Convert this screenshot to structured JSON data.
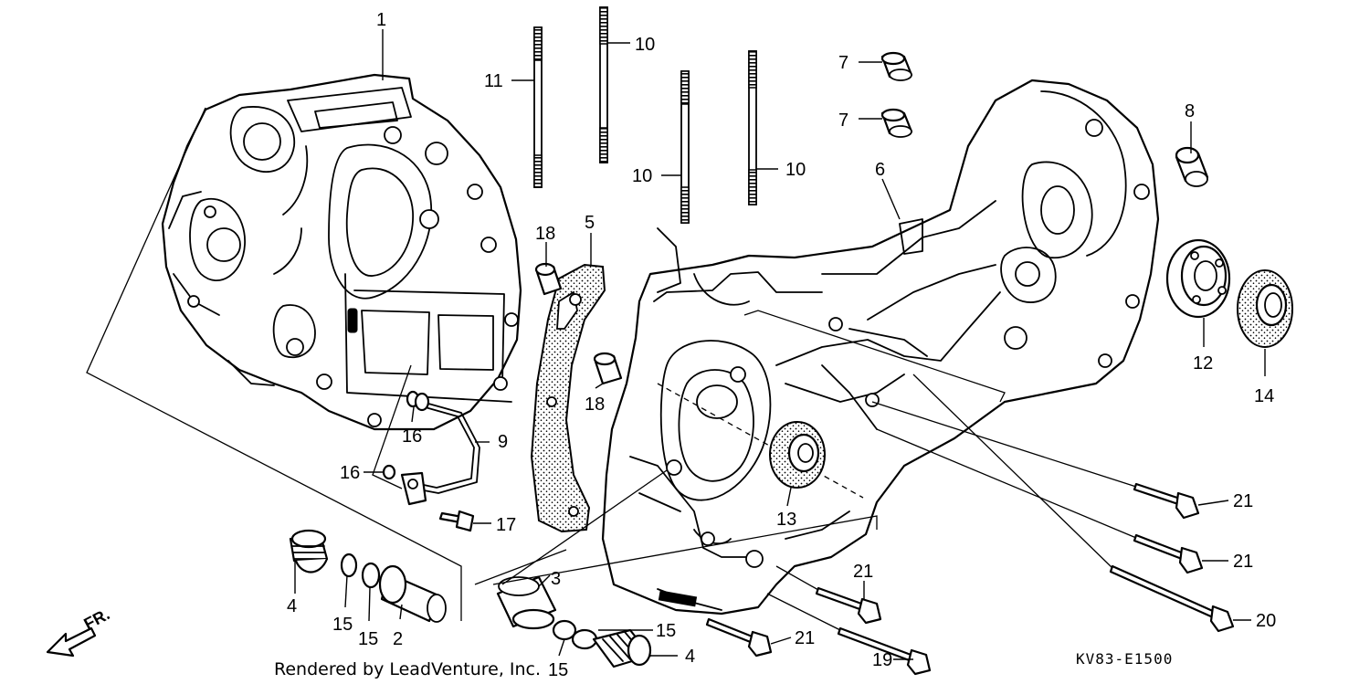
{
  "diagram": {
    "callouts": {
      "c1": "1",
      "c2": "2",
      "c3": "3",
      "c4a": "4",
      "c4b": "4",
      "c5": "5",
      "c6": "6",
      "c7a": "7",
      "c7b": "7",
      "c8": "8",
      "c9": "9",
      "c10a": "10",
      "c10b": "10",
      "c10c": "10",
      "c11": "11",
      "c12": "12",
      "c13": "13",
      "c14": "14",
      "c15a": "15",
      "c15b": "15",
      "c15c": "15",
      "c15d": "15",
      "c16a": "16",
      "c16b": "16",
      "c17": "17",
      "c18a": "18",
      "c18b": "18",
      "c19": "19",
      "c20": "20",
      "c21a": "21",
      "c21b": "21",
      "c21c": "21",
      "c21d": "21"
    },
    "direction_label": "FR.",
    "credit": "Rendered by LeadVenture, Inc.",
    "diagram_code": "KV83-E1500"
  }
}
